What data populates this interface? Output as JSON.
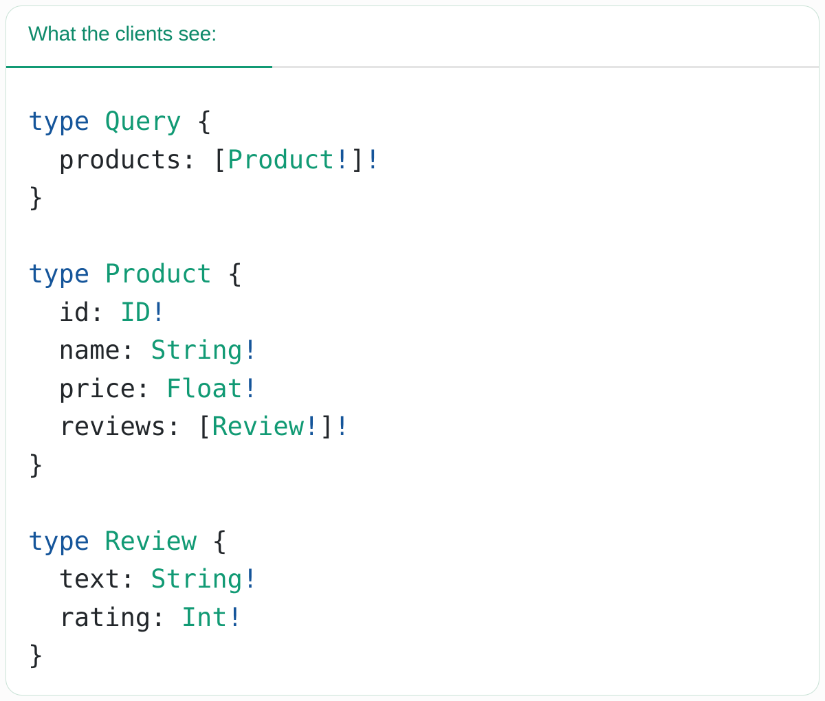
{
  "tab": {
    "label": "What the clients see:",
    "active": true
  },
  "colors": {
    "header_green": "#0e8a6a",
    "tab_underline_green": "#119a74",
    "tab_underline_gray": "#e4e4e4",
    "keyword_blue": "#15559a",
    "type_green": "#119a74",
    "code_ink": "#22262a",
    "card_border": "#c9e2d6",
    "card_bg": "#ffffff",
    "page_bg": "#fcfcfc"
  },
  "code": {
    "language": "graphql",
    "plain_text": "type Query {\n  products: [Product!]!\n}\n\ntype Product {\n  id: ID!\n  name: String!\n  price: Float!\n  reviews: [Review!]!\n}\n\ntype Review {\n  text: String!\n  rating: Int!\n}",
    "lines": [
      [
        {
          "t": "type",
          "c": "keyword"
        },
        {
          "t": " ",
          "c": "plain"
        },
        {
          "t": "Query",
          "c": "typename"
        },
        {
          "t": " {",
          "c": "plain"
        }
      ],
      [
        {
          "t": "  products: [",
          "c": "plain"
        },
        {
          "t": "Product",
          "c": "typename"
        },
        {
          "t": "!",
          "c": "nonnull"
        },
        {
          "t": "]",
          "c": "plain"
        },
        {
          "t": "!",
          "c": "nonnull"
        }
      ],
      [
        {
          "t": "}",
          "c": "plain"
        }
      ],
      [],
      [
        {
          "t": "type",
          "c": "keyword"
        },
        {
          "t": " ",
          "c": "plain"
        },
        {
          "t": "Product",
          "c": "typename"
        },
        {
          "t": " {",
          "c": "plain"
        }
      ],
      [
        {
          "t": "  id: ",
          "c": "plain"
        },
        {
          "t": "ID",
          "c": "typename"
        },
        {
          "t": "!",
          "c": "nonnull"
        }
      ],
      [
        {
          "t": "  name: ",
          "c": "plain"
        },
        {
          "t": "String",
          "c": "typename"
        },
        {
          "t": "!",
          "c": "nonnull"
        }
      ],
      [
        {
          "t": "  price: ",
          "c": "plain"
        },
        {
          "t": "Float",
          "c": "typename"
        },
        {
          "t": "!",
          "c": "nonnull"
        }
      ],
      [
        {
          "t": "  reviews: [",
          "c": "plain"
        },
        {
          "t": "Review",
          "c": "typename"
        },
        {
          "t": "!",
          "c": "nonnull"
        },
        {
          "t": "]",
          "c": "plain"
        },
        {
          "t": "!",
          "c": "nonnull"
        }
      ],
      [
        {
          "t": "}",
          "c": "plain"
        }
      ],
      [],
      [
        {
          "t": "type",
          "c": "keyword"
        },
        {
          "t": " ",
          "c": "plain"
        },
        {
          "t": "Review",
          "c": "typename"
        },
        {
          "t": " {",
          "c": "plain"
        }
      ],
      [
        {
          "t": "  text: ",
          "c": "plain"
        },
        {
          "t": "String",
          "c": "typename"
        },
        {
          "t": "!",
          "c": "nonnull"
        }
      ],
      [
        {
          "t": "  rating: ",
          "c": "plain"
        },
        {
          "t": "Int",
          "c": "typename"
        },
        {
          "t": "!",
          "c": "nonnull"
        }
      ],
      [
        {
          "t": "}",
          "c": "plain"
        }
      ]
    ]
  }
}
